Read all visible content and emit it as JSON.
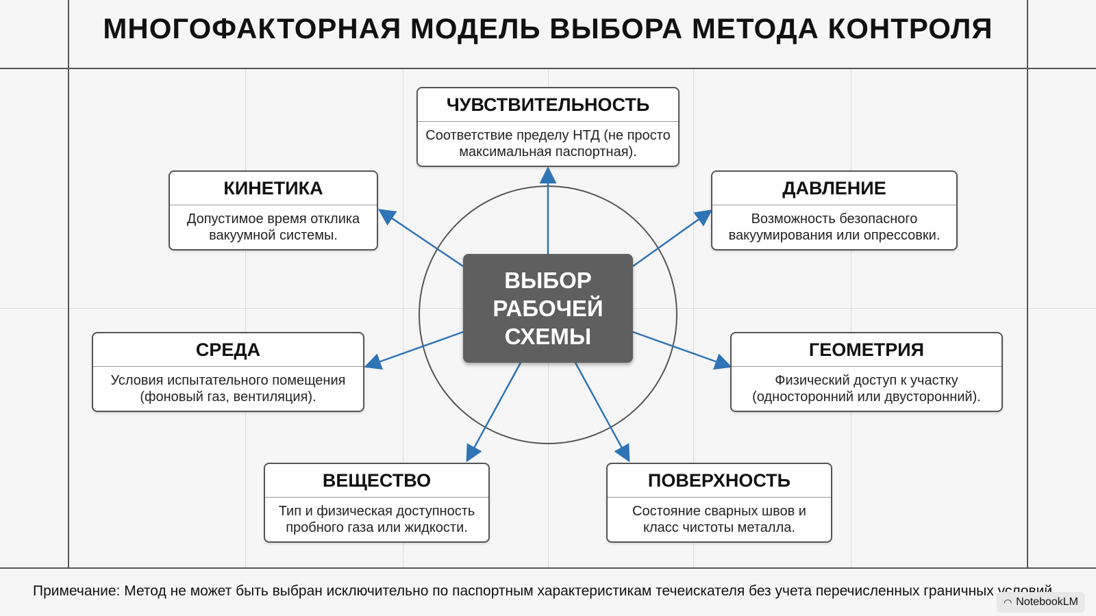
{
  "header": {
    "title": "МНОГОФАКТОРНАЯ МОДЕЛЬ ВЫБОРА МЕТОДА КОНТРОЛЯ"
  },
  "center": {
    "label": "ВЫБОР\nРАБОЧЕЙ\nСХЕМЫ"
  },
  "factors": [
    {
      "title": "ЧУВСТВИТЕЛЬНОСТЬ",
      "description": "Соответствие пределу НТД (не просто максимальная паспортная)."
    },
    {
      "title": "КИНЕТИКА",
      "description": "Допустимое время отклика вакуумной системы."
    },
    {
      "title": "ДАВЛЕНИЕ",
      "description": "Возможность безопасного вакуумирования или опрессовки."
    },
    {
      "title": "СРЕДА",
      "description": "Условия испытательного помещения (фоновый газ, вентиляция)."
    },
    {
      "title": "ГЕОМЕТРИЯ",
      "description": "Физический доступ к участку (односторонний или двусторонний)."
    },
    {
      "title": "ВЕЩЕСТВО",
      "description": "Тип и физическая доступность пробного газа или жидкости."
    },
    {
      "title": "ПОВЕРХНОСТЬ",
      "description": "Состояние сварных швов и класс чистоты металла."
    }
  ],
  "footer": {
    "note": "Примечание: Метод не может быть выбран исключительно по паспортным характеристикам течеискателя без учета перечисленных граничных условий.",
    "badge": "NotebookLM",
    "badge_icon": "notebooklm-logo-icon"
  },
  "colors": {
    "arrow": "#2f74b5",
    "center_fill": "#5f5f5f",
    "frame": "#555555",
    "background": "#f6f6f6"
  }
}
